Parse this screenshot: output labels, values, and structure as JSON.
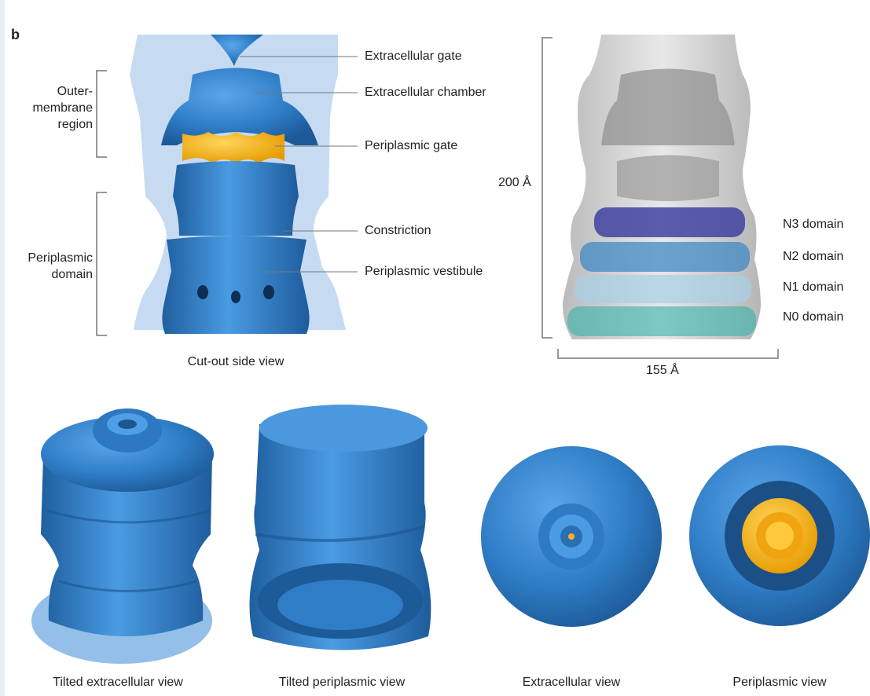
{
  "panel_label": "b",
  "side_view": {
    "annotations": [
      "Extracellular gate",
      "Extracellular chamber",
      "Periplasmic gate",
      "Constriction",
      "Periplasmic vestibule"
    ],
    "bracket_labels": [
      "Outer-\nmembrane\nregion",
      "Periplasmic\ndomain"
    ],
    "caption": "Cut-out side view"
  },
  "domain_view": {
    "height_label": "200 Å",
    "width_label": "155 Å",
    "domains": [
      "N3 domain",
      "N2 domain",
      "N1 domain",
      "N0 domain"
    ]
  },
  "bottom_captions": [
    "Tilted extracellular view",
    "Tilted periplasmic view",
    "Extracellular view",
    "Periplasmic view"
  ],
  "colors": {
    "protein_blue": "#2f7dc6",
    "light_blue": "#c6dbf2",
    "gate_orange": "#f6b21b",
    "surface_grey": "#c9c9c9"
  }
}
